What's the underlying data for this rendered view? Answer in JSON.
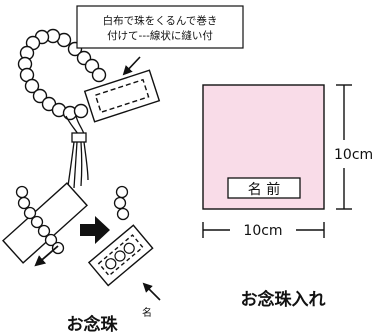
{
  "callout": {
    "line1": "白布で珠をくるんで巻き",
    "line2": "付けて---線状に縫い付"
  },
  "pouch": {
    "name_label": "名 前",
    "width_label": "10cm",
    "height_label": "10cm",
    "fill_color": "#f9dce8"
  },
  "captions": {
    "rosary": "お念珠",
    "name_mark": "名",
    "pouch": "お念珠入れ"
  }
}
